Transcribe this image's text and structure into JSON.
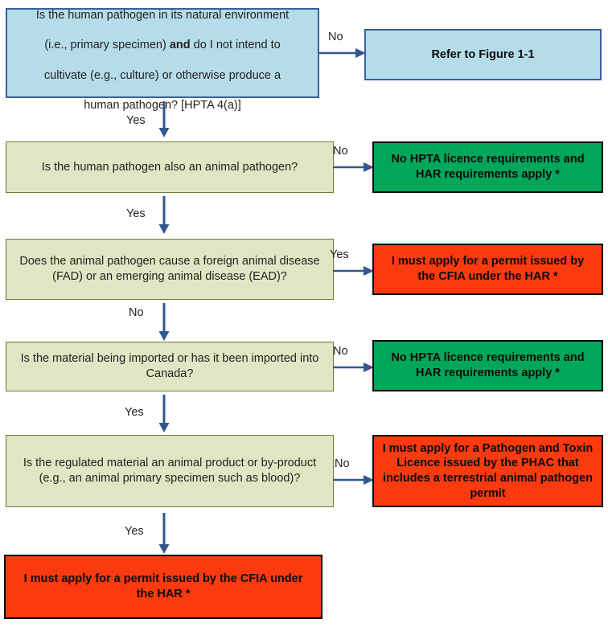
{
  "figure": {
    "type": "decision-flowchart",
    "palette": {
      "question_fill": "#dfe6c4",
      "question_border": "#6b7a33",
      "blue_fill": "#b5dce9",
      "blue_border": "#3a5f9e",
      "green_fill": "#00a65a",
      "red_fill": "#fb3a10",
      "outcome_border": "#0b0b0b",
      "arrow": "#31588f",
      "text": "#231f20"
    }
  },
  "nodes": {
    "q1": {
      "label": "Is the human pathogen in its natural environment (i.e., primary specimen) and do I not intend to cultivate (e.g., culture) or otherwise produce a human pathogen? [HPTA 4(a)]",
      "line1": "Is the human pathogen in its natural environment",
      "line2a": "(i.e., primary specimen) ",
      "line2b": "and",
      "line2c": " do I not intend to",
      "line3": "cultivate (e.g., culture) or otherwise produce a",
      "line4": "human pathogen? [HPTA 4(a)]"
    },
    "q2": {
      "label": "Is the human pathogen also an animal pathogen?"
    },
    "q3": {
      "label": "Does the animal pathogen cause a foreign animal disease (FAD) or an emerging animal disease (EAD)?"
    },
    "q4": {
      "label": "Is the material being imported or has it been imported into Canada?"
    },
    "q5": {
      "label": "Is the regulated material an animal product or by-product (e.g., an animal primary specimen such as blood)?"
    },
    "out1": {
      "label": "Refer to Figure 1-1"
    },
    "out2": {
      "label": "No HPTA licence requirements and HAR requirements apply *"
    },
    "out3": {
      "label": "I must apply for a permit issued by the CFIA under the HAR *"
    },
    "out4": {
      "label": "No HPTA licence requirements and HAR requirements apply *"
    },
    "out5": {
      "label": "I must apply for a Pathogen and Toxin Licence issued by the PHAC that includes a terrestrial animal pathogen permit"
    },
    "out6": {
      "label": "I must apply for a permit issued by the CFIA under the HAR *"
    }
  },
  "edges": {
    "e1_no": {
      "label": "No"
    },
    "e1_yes": {
      "label": "Yes"
    },
    "e2_no": {
      "label": "No"
    },
    "e2_yes": {
      "label": "Yes"
    },
    "e3_yes": {
      "label": "Yes"
    },
    "e3_no": {
      "label": "No"
    },
    "e4_no": {
      "label": "No"
    },
    "e4_yes": {
      "label": "Yes"
    },
    "e5_no": {
      "label": "No"
    },
    "e5_yes": {
      "label": "Yes"
    }
  }
}
